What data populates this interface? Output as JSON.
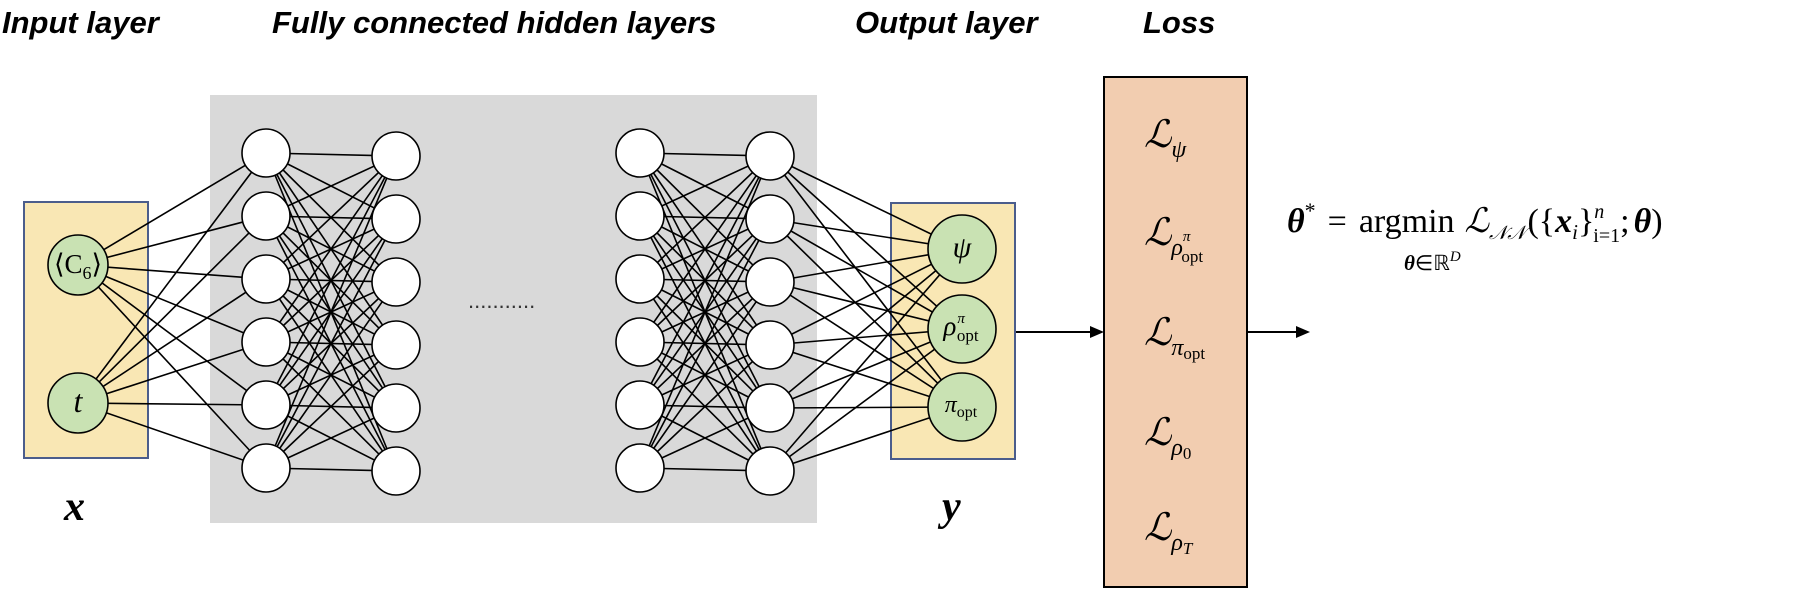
{
  "headers": {
    "input": "Input layer",
    "hidden": "Fully connected hidden layers",
    "output": "Output layer",
    "loss": "Loss"
  },
  "input_nodes": [
    {
      "main": "⟨C",
      "sub": "6",
      "tail": "⟩"
    },
    {
      "main": "t",
      "sub": "",
      "tail": ""
    }
  ],
  "input_vector": "x",
  "ellipsis": "...........",
  "output_nodes": [
    {
      "main": "ψ",
      "sub": "",
      "sup": ""
    },
    {
      "main": "ρ",
      "sub": "opt",
      "sup": "π"
    },
    {
      "main": "π",
      "sub": "opt",
      "sup": ""
    }
  ],
  "output_vector": "y",
  "loss_terms": [
    {
      "main": "ℒ",
      "sub": "ψ",
      "subsub": "",
      "subsup": ""
    },
    {
      "main": "ℒ",
      "sub": "ρ",
      "subsub": "opt",
      "subsup": "π"
    },
    {
      "main": "ℒ",
      "sub": "π",
      "subsub": "opt",
      "subsup": ""
    },
    {
      "main": "ℒ",
      "sub": "ρ",
      "subsub": "0",
      "subsup": ""
    },
    {
      "main": "ℒ",
      "sub": "ρ",
      "subsub": "T",
      "subsup": ""
    }
  ],
  "objective": {
    "lhs": "θ",
    "lhs_sup": "*",
    "equals": "=",
    "op": "argmin",
    "op_under_var": "θ",
    "op_under_rest": "∈ℝ",
    "op_under_sup": "D",
    "loss": "ℒ",
    "loss_sub": "𝒩𝒩",
    "open": "({",
    "var": "x",
    "var_sub": "i",
    "close": "}",
    "range_sup": "n",
    "range_sub": "i=1",
    "tail": ";",
    "param": "θ",
    "end": ")"
  },
  "colors": {
    "input_box": "#f9e7b4",
    "input_box_border": "#4b5d8c",
    "hidden_bg": "#d9d9d9",
    "node_green": "#c9e2b3",
    "loss_box": "#f2cdb0"
  }
}
